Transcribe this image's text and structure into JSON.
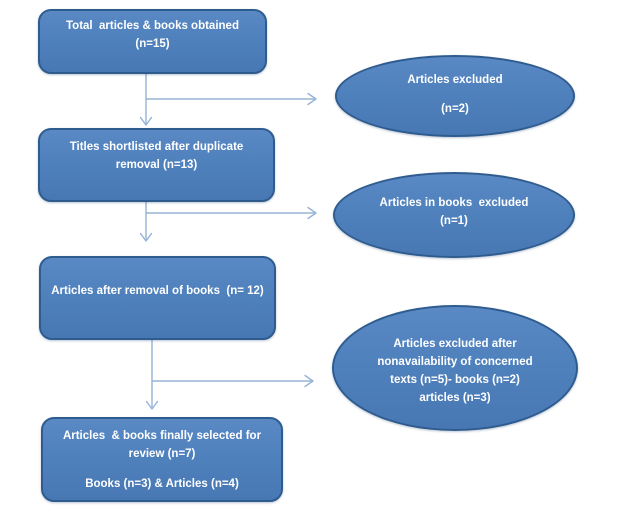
{
  "colors": {
    "shape_fill": "#4f81bd",
    "shape_border": "#2f5c8f",
    "arrow": "#95b3d7",
    "text": "#ffffff",
    "canvas_background": "#ffffff"
  },
  "flowchart": {
    "process_boxes": [
      {
        "id": "total-obtained",
        "lines": [
          "Total  articles & books obtained",
          "(n=15)"
        ]
      },
      {
        "id": "titles-shortlisted",
        "lines": [
          "Titles shortlisted after duplicate",
          "removal (n=13)"
        ]
      },
      {
        "id": "articles-after-removal",
        "lines": [
          "Articles after removal of books  (n= 12)"
        ]
      },
      {
        "id": "finally-selected",
        "lines": [
          "Articles  & books finally selected for",
          "review (n=7)",
          "Books (n=3) & Articles (n=4)"
        ]
      }
    ],
    "exclusion_ellipses": [
      {
        "id": "articles-excluded",
        "lines": [
          "Articles excluded",
          "(n=2)"
        ]
      },
      {
        "id": "articles-in-books-excluded",
        "lines": [
          "Articles in books  excluded",
          "(n=1)"
        ]
      },
      {
        "id": "excluded-nonavailability",
        "lines": [
          "Articles excluded after",
          "nonavailability of concerned",
          "texts (n=5)- books (n=2)",
          "articles (n=3)"
        ]
      }
    ]
  }
}
